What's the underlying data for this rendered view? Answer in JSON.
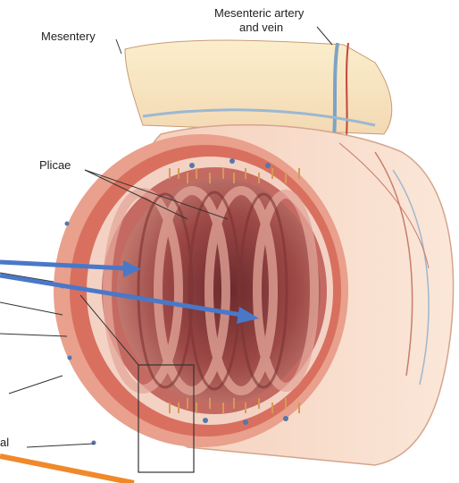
{
  "labels": {
    "mesentery": "Mesentery",
    "artery_line1": "Mesenteric artery",
    "artery_line2": "and vein",
    "plicae": "Plicae",
    "cut_label": "al"
  },
  "colors": {
    "serosa": "#e9a08c",
    "muscle": "#d9705f",
    "submucosa": "#f3d2c4",
    "mucosa_outer": "#c56a62",
    "mucosa_inner": "#7d3433",
    "villi": "#d39a57",
    "vessel_blue": "#7ea3c4",
    "vessel_red": "#c0463f",
    "pointer_blue": "#4a78c9",
    "pointer_orange": "#f0892a"
  }
}
